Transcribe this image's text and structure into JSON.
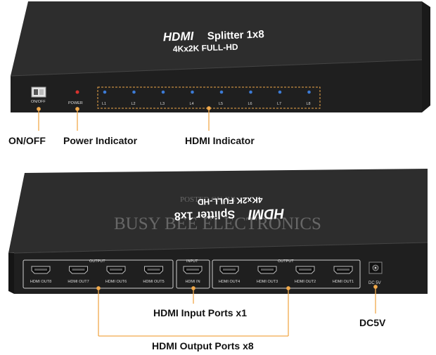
{
  "front_panel": {
    "brand": "HDMI",
    "model": "Splitter 1x8",
    "resolution": "4Kx2K FULL-HD",
    "switch_label": "ON/OFF",
    "power_label": "POWER",
    "led_labels": [
      "L1",
      "L2",
      "L3",
      "L4",
      "L5",
      "L6",
      "L7",
      "L8"
    ]
  },
  "rear_panel": {
    "brand": "HDMI",
    "model": "Splitter 1x8",
    "resolution": "4Kx2K FULL-HD",
    "output_group_label": "OUTPUT",
    "input_group_label": "INPUT",
    "left_ports": [
      "HDMI OUT8",
      "HDMI OUT7",
      "HDMI OUT6",
      "HDMI OUT5"
    ],
    "input_port": "HDMI IN",
    "right_ports": [
      "HDMI OUT4",
      "HDMI OUT3",
      "HDMI OUT2",
      "HDMI OUT1"
    ],
    "dc_label": "DC 5V"
  },
  "callouts": {
    "on_off": "ON/OFF",
    "power_indicator": "Power Indicator",
    "hdmi_indicator": "HDMI Indicator",
    "input_ports": "HDMI Input Ports x1",
    "dc": "DC5V",
    "output_ports": "HDMI Output Ports x8"
  },
  "watermark": {
    "line1": "POSTED ON JIJI",
    "line2": "BUSY BEE ELECTRONICS"
  },
  "colors": {
    "device_body": "#2b2b2b",
    "device_face": "#1c1c1c",
    "callout_line": "#f2a94a",
    "led": "#3c7bd6",
    "power_led": "#d8322e"
  }
}
